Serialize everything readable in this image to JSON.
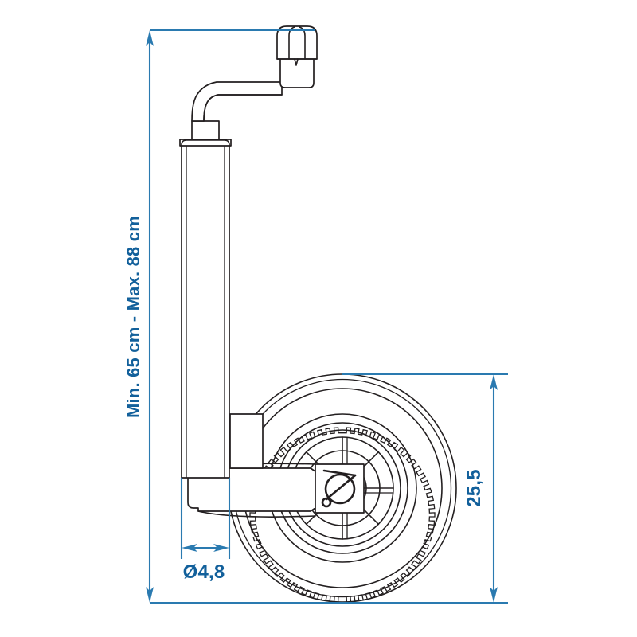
{
  "drawing": {
    "title": "Jockey wheel technical dimension drawing",
    "background_color": "#ffffff",
    "line_color": "#231f20",
    "dimension_color": "#2a7ab0",
    "dimension_text_color": "#12609b"
  },
  "dimensions": {
    "height_range": {
      "label": "Min. 65 cm - Max. 88 cm",
      "orientation": "vertical",
      "position": "left"
    },
    "tube_diameter": {
      "label": "Ø4,8",
      "orientation": "horizontal",
      "position": "bottom-left"
    },
    "wheel_diameter": {
      "label": "25,5",
      "orientation": "vertical",
      "position": "right"
    }
  },
  "parts": {
    "knob": "crank-handle-knob",
    "crank": "crank-arm",
    "tube": "support-tube",
    "bracket": "wheel-fork-bracket",
    "wheel": "pneumatic-wheel",
    "hub": "wheel-hub",
    "valve": "tire-valve"
  }
}
